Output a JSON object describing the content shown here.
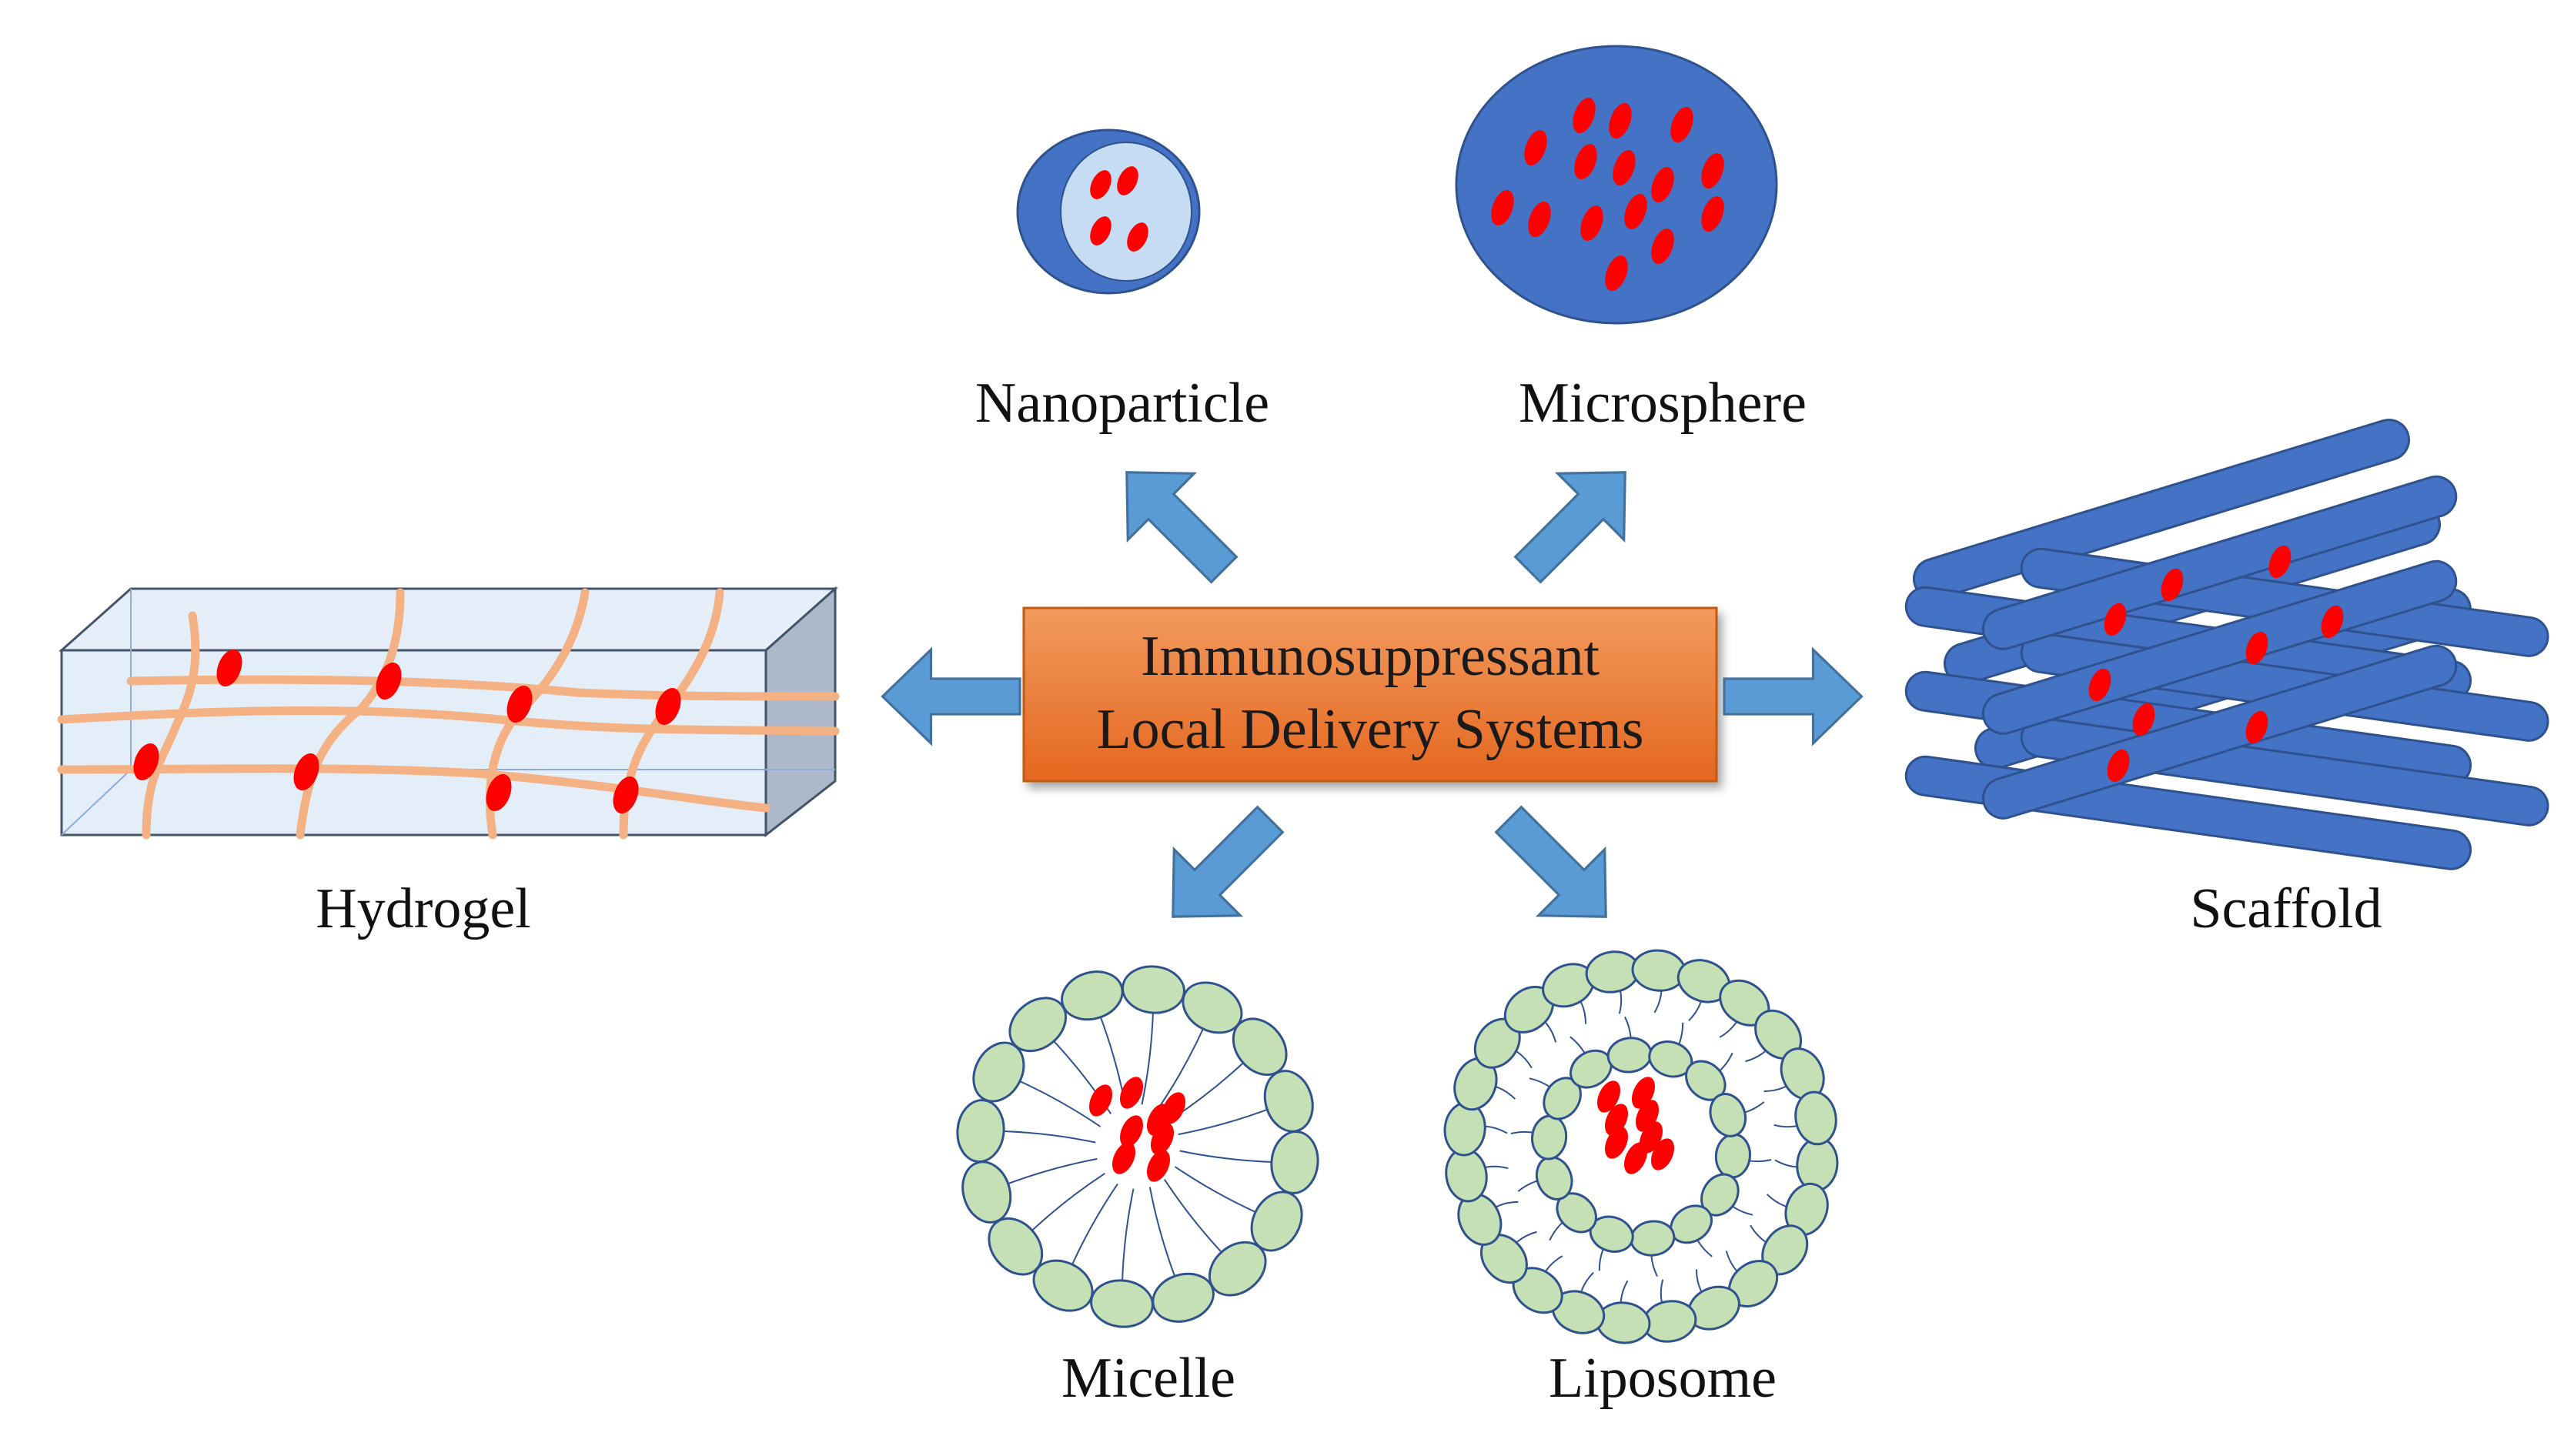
{
  "center": {
    "line1": "Immunosuppressant",
    "line2": "Local Delivery Systems"
  },
  "labels": {
    "nanoparticle": "Nanoparticle",
    "microsphere": "Microsphere",
    "hydrogel": "Hydrogel",
    "scaffold": "Scaffold",
    "micelle": "Micelle",
    "liposome": "Liposome"
  },
  "colors": {
    "center_box": "#e9712a",
    "arrow": "#5b9bd5",
    "carrier_blue": "#4472c4",
    "drug_red": "#ff0000",
    "lipid_head": "#c5e0b4",
    "hydrogel_fiber": "#f4b183",
    "hydrogel_box": "#dae8f7"
  }
}
